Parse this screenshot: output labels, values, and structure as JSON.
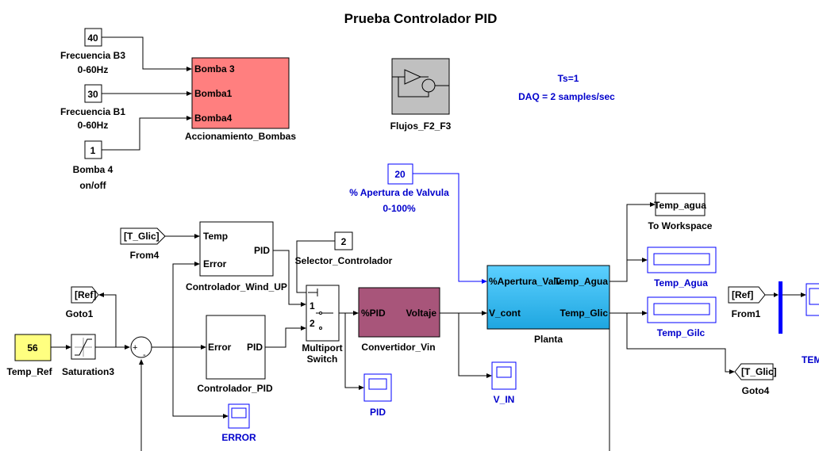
{
  "title": "Prueba Controlador PID",
  "info": {
    "ts": "Ts=1",
    "daq": "DAQ = 2 samples/sec"
  },
  "constants": {
    "frecuencia_b3": {
      "value": "40",
      "label1": "Frecuencia B3",
      "label2": "0-60Hz"
    },
    "frecuencia_b1": {
      "value": "30",
      "label1": "Frecuencia B1",
      "label2": "0-60Hz"
    },
    "bomba4": {
      "value": "1",
      "label1": "Bomba 4",
      "label2": "on/off"
    },
    "apertura": {
      "value": "20",
      "label1": "% Apertura de Valvula",
      "label2": "0-100%"
    },
    "selector": {
      "value": "2",
      "label": "Selector_Controlador"
    },
    "temp_ref": {
      "value": "56",
      "label": "Temp_Ref"
    }
  },
  "accionamiento": {
    "name": "Accionamiento_Bombas",
    "ports": [
      "Bomba 3",
      "Bomba1",
      "Bomba4"
    ]
  },
  "flujos": {
    "name": "Flujos_F2_F3"
  },
  "wind_up": {
    "name": "Controlador_Wind_UP",
    "in1": "Temp",
    "in2": "Error",
    "out": "PID"
  },
  "pid_ctrl": {
    "name": "Controlador_PID",
    "in": "Error",
    "out": "PID"
  },
  "switch": {
    "name1": "Multiport",
    "name2": "Switch",
    "p1": "1",
    "p2": "2"
  },
  "convertidor": {
    "name": "Convertidor_Vin",
    "in": "%PID",
    "out": "Voltaje"
  },
  "planta": {
    "name": "Planta",
    "in1": "%Apertura_Valv",
    "in2": "V_cont",
    "out1": "Temp_Agua",
    "out2": "Temp_Glic"
  },
  "from4": {
    "tag": "[T_Glic]",
    "name": "From4"
  },
  "goto1": {
    "tag": "[Ref]",
    "name": "Goto1"
  },
  "saturation": {
    "name": "Saturation3"
  },
  "to_workspace": {
    "var": "Temp_agua",
    "name": "To Workspace"
  },
  "displays": {
    "temp_agua": "Temp_Agua",
    "temp_glic": "Temp_Gilc"
  },
  "from1": {
    "tag": "[Ref]",
    "name": "From1"
  },
  "goto4": {
    "tag": "[T_Glic]",
    "name": "Goto4"
  },
  "scopes": {
    "error": "ERROR",
    "pid": "PID",
    "vin": "V_IN",
    "temp": "TEMP"
  },
  "colors": {
    "accionamiento": "#ff7f7f",
    "temp_ref": "#ffff80",
    "convertidor": "#a8557a",
    "planta": "#33bbee",
    "signal_blue": "#0000ff",
    "label_blue": "#0000cc"
  }
}
